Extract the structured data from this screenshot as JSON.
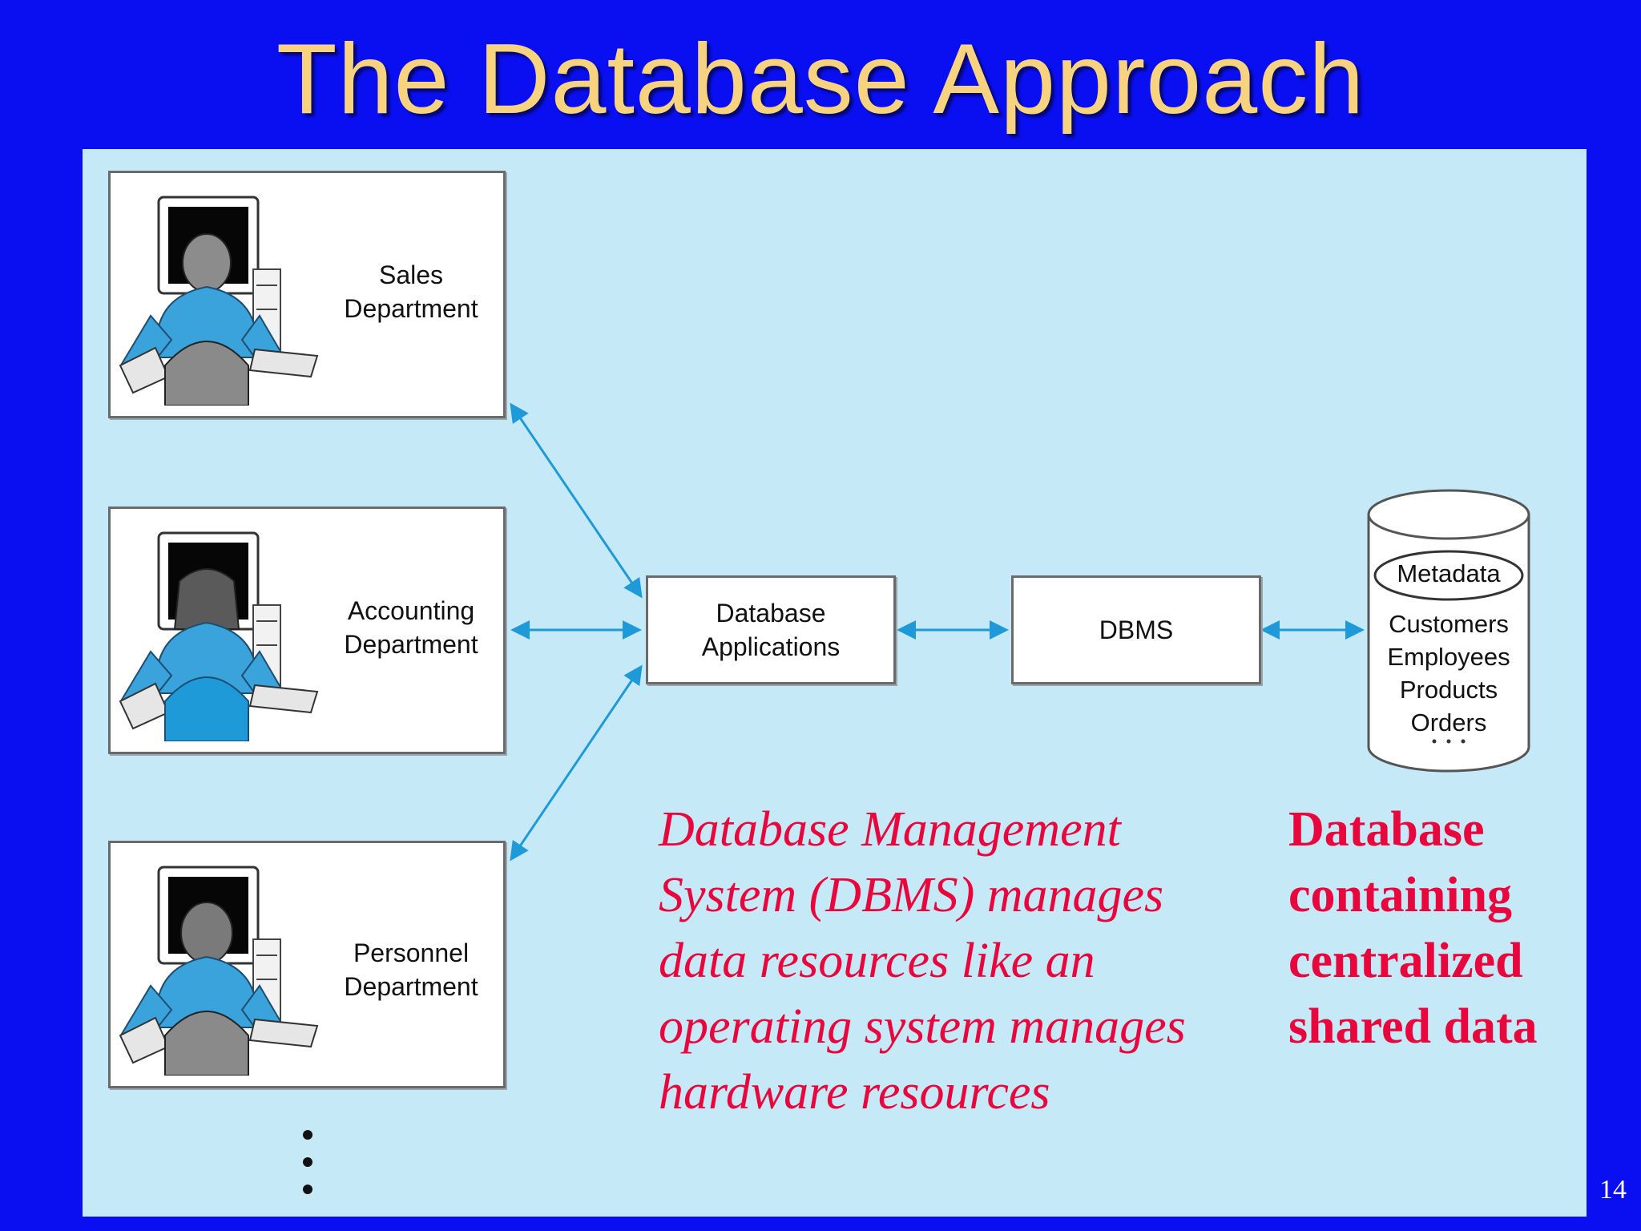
{
  "slide": {
    "title": "The Database Approach",
    "page_number": "14"
  },
  "departments": [
    {
      "line1": "Sales",
      "line2": "Department"
    },
    {
      "line1": "Accounting",
      "line2": "Department"
    },
    {
      "line1": "Personnel",
      "line2": "Department"
    }
  ],
  "applications_box": {
    "line1": "Database",
    "line2": "Applications"
  },
  "dbms_box": {
    "label": "DBMS"
  },
  "database": {
    "metadata": "Metadata",
    "tables": [
      "Customers",
      "Employees",
      "Products",
      "Orders"
    ]
  },
  "captions": {
    "dbms": "Database Management System (DBMS) manages data resources like an operating system manages hardware resources",
    "database": "Database containing centralized shared data"
  },
  "colors": {
    "background": "#0a0ff2",
    "panel": "#c6e9f8",
    "title": "#f7d27f",
    "caption": "#e8063c",
    "arrow": "#1e9ad8",
    "shirt": "#3ba3dc",
    "chair": "#8a8a8a"
  }
}
